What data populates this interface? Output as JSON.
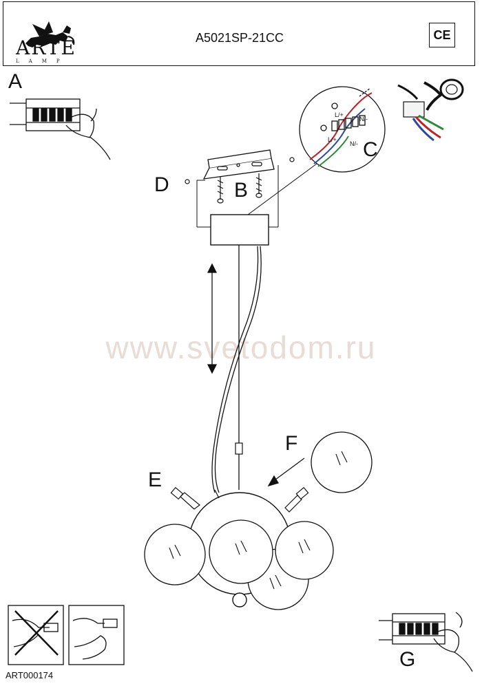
{
  "header": {
    "brand": "ARTE",
    "brand_sub": "LAMP",
    "model": "A5021SP-21CC",
    "cert_mark": "CE"
  },
  "labels": {
    "a": "A",
    "b": "B",
    "c": "C",
    "d": "D",
    "e": "E",
    "f": "F",
    "g": "G"
  },
  "terminal_labels": {
    "live": "L/+",
    "neutral": "N/-"
  },
  "watermark": "www.svetodom.ru",
  "footer": {
    "code": "ART000174"
  }
}
